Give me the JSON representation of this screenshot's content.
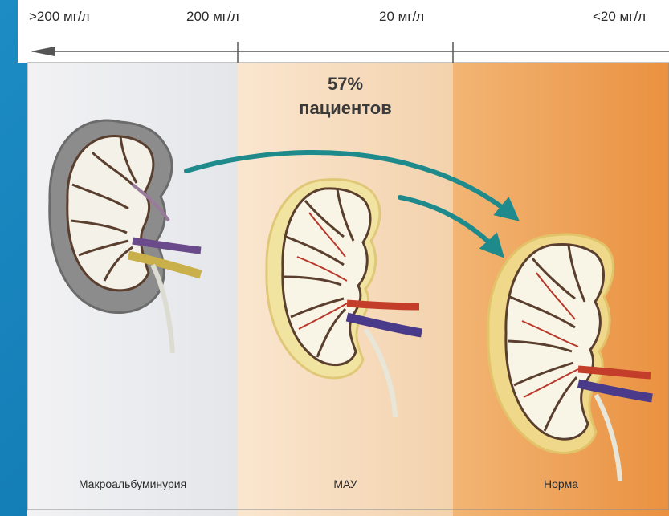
{
  "scale": {
    "labels": [
      ">200 мг/л",
      "200 мг/л",
      "20 мг/л",
      "<20 мг/л"
    ]
  },
  "annotation": {
    "percent": "57%",
    "text": "пациентов"
  },
  "stages": [
    {
      "caption": "Макроальбуминурия"
    },
    {
      "caption": "МАУ"
    },
    {
      "caption": "Норма"
    }
  ],
  "colors": {
    "slide_background": "#127ab3",
    "zone_macro": "#e9eaee",
    "zone_mau": "#f6dcc0",
    "zone_norm": "#ee9e52",
    "arrow": "#1e8a8c",
    "kidney_tissue": "#f6f1d6",
    "artery": "#c43c2a",
    "vein": "#4a3a8a",
    "ureter": "#e8e6d8"
  }
}
